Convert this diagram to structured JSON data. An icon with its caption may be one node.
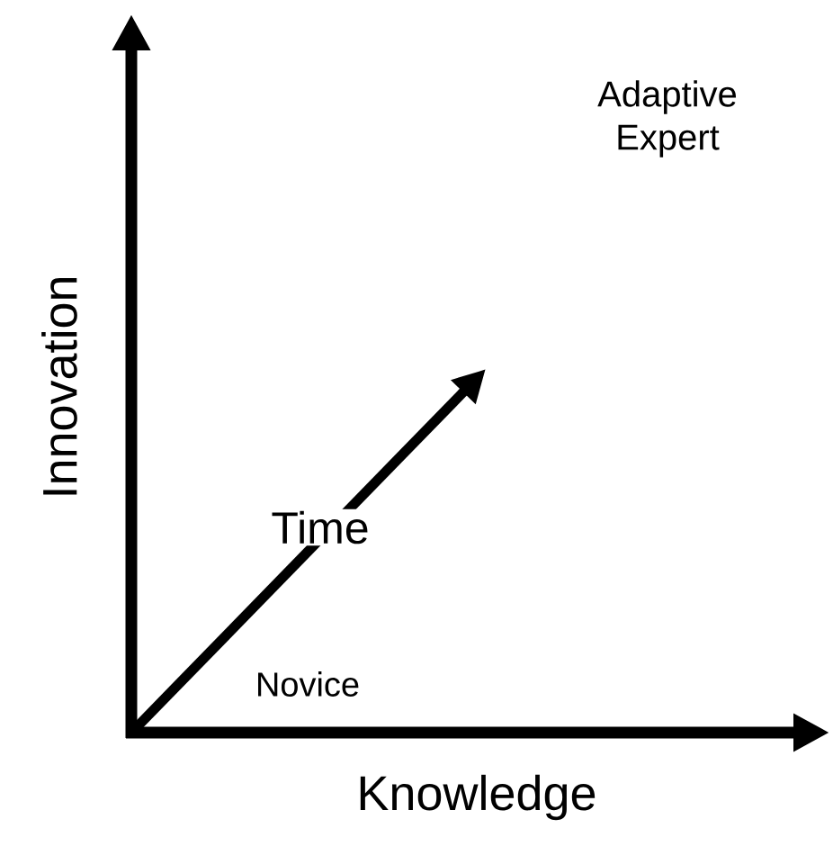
{
  "diagram": {
    "labels": [
      "Adaptive Expert",
      "Time",
      "Novice",
      "Innovation",
      "Knowledge"
    ]
  }
}
